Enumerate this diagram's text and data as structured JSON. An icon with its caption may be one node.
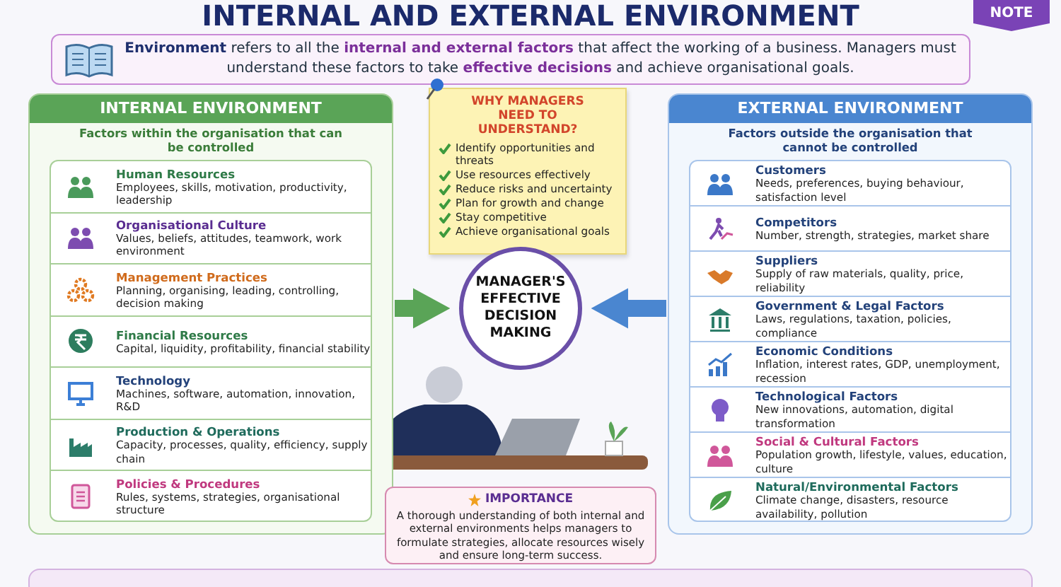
{
  "diagram": {
    "title": "INTERNAL AND EXTERNAL ENVIRONMENT",
    "nodes": [
      {
        "text": [
          "**Environment** refers to all the **internal and external factors** that affect the working of a business. Managers must understand these factors to take **effective decisions** and achieve organisational goals."
        ]
      },
      {
        "text": [
          "INTERNAL ENVIRONMENT",
          "Factors within the organisation that can be controlled"
        ]
      },
      {
        "text": [
          "Human Resources",
          "Employees, skills, motivation, productivity, leadership"
        ],
        "in": 1
      },
      {
        "text": [
          "Organisational Culture",
          "Values, beliefs, attitudes, teamwork, work environment"
        ],
        "in": 1
      },
      {
        "text": [
          "Management Practices",
          "Planning, organising, leading, controlling, decision making"
        ],
        "in": 1
      },
      {
        "text": [
          "Financial Resources",
          "Capital, liquidity, profitability, financial stability"
        ],
        "in": 1
      },
      {
        "text": [
          "Technology",
          "Machines, software, automation, innovation, R&D"
        ],
        "in": 1
      },
      {
        "text": [
          "Production & Operations",
          "Capacity, processes, quality, efficiency, supply chain"
        ],
        "in": 1
      },
      {
        "text": [
          "Policies & Procedures",
          "Rules, systems, strategies, organisational structure"
        ],
        "in": 1
      },
      {
        "text": [
          "WHY MANAGERS NEED TO UNDERSTAND?",
          "Identify opportunities and threats",
          "Use resources effectively",
          "Reduce risks and uncertainty",
          "Plan for growth and change",
          "Stay competitive",
          "Achieve organisational goals"
        ]
      },
      {
        "text": [
          "MANAGER'S EFFECTIVE DECISION MAKING"
        ]
      },
      {
        "text": [
          "EXTERNAL ENVIRONMENT",
          "Factors outside the organisation that cannot be controlled"
        ]
      },
      {
        "text": [
          "Customers",
          "Needs, preferences, buying behaviour, satisfaction level"
        ],
        "in": 11
      },
      {
        "text": [
          "Competitors",
          "Number, strength, strategies, market share"
        ],
        "in": 11
      },
      {
        "text": [
          "Suppliers",
          "Supply of raw materials, quality, price, reliability"
        ],
        "in": 11
      },
      {
        "text": [
          "Government & Legal Factors",
          "Laws, regulations, taxation, policies, compliance"
        ],
        "in": 11
      },
      {
        "text": [
          "Economic Conditions",
          "Inflation, interest rates, GDP, unemployment, recession"
        ],
        "in": 11
      },
      {
        "text": [
          "Technological Factors",
          "New innovations, automation, digital transformation"
        ],
        "in": 11
      },
      {
        "text": [
          "Social & Cultural Factors",
          "Population growth, lifestyle, values, education, culture"
        ],
        "in": 11
      },
      {
        "text": [
          "Natural/Environmental Factors",
          "Climate change, disasters, resource availability, pollution"
        ],
        "in": 11
      },
      {
        "text": [
          "IMPORTANCE",
          "A thorough understanding of both internal and external environments helps managers to formulate strategies, allocate resources wisely and ensure long-term success."
        ]
      }
    ],
    "edges": [
      {
        "from": 1,
        "to": 10,
        "arrow": "to",
        "color": "#5aa457"
      },
      {
        "from": 11,
        "to": 10,
        "arrow": "to",
        "color": "#4a86d0"
      }
    ],
    "labels": [
      "NOTE"
    ]
  }
}
